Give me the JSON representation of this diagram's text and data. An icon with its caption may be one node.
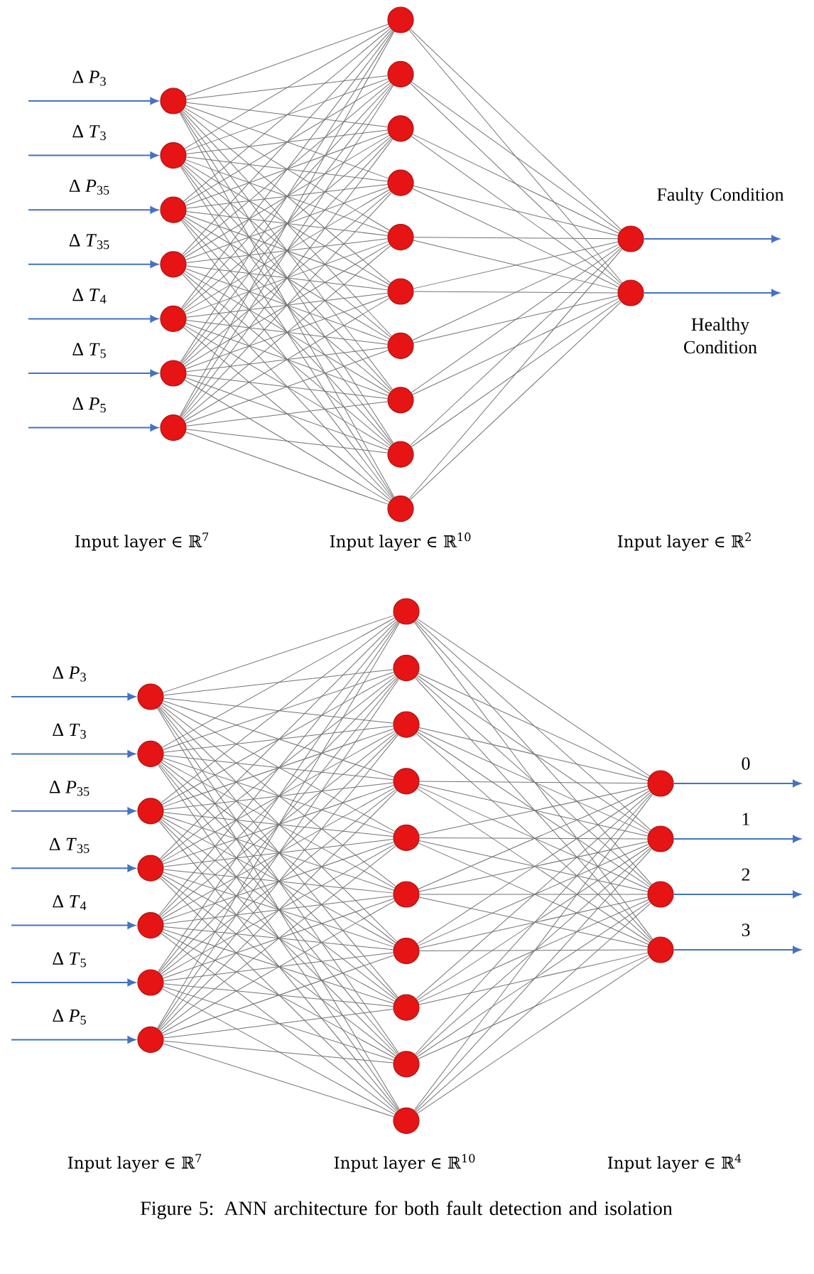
{
  "diagram": {
    "caption": "Figure 5: ANN architecture for both fault detection and isolation",
    "nodes": [
      {
        "text": [],
        "shape": "circle"
      },
      {
        "text": [],
        "shape": "circle"
      },
      {
        "text": [],
        "shape": "circle"
      },
      {
        "text": [],
        "shape": "circle"
      },
      {
        "text": [],
        "shape": "circle"
      },
      {
        "text": [],
        "shape": "circle"
      },
      {
        "text": [],
        "shape": "circle"
      },
      {
        "text": [],
        "shape": "circle"
      },
      {
        "text": [],
        "shape": "circle"
      },
      {
        "text": [],
        "shape": "circle"
      },
      {
        "text": [],
        "shape": "circle"
      },
      {
        "text": [],
        "shape": "circle"
      },
      {
        "text": [],
        "shape": "circle"
      },
      {
        "text": [],
        "shape": "circle"
      },
      {
        "text": [],
        "shape": "circle"
      },
      {
        "text": [],
        "shape": "circle"
      },
      {
        "text": [],
        "shape": "circle"
      },
      {
        "text": [],
        "shape": "circle"
      },
      {
        "text": [],
        "shape": "circle"
      },
      {
        "text": [],
        "shape": "circle"
      },
      {
        "text": [],
        "shape": "circle"
      },
      {
        "text": [],
        "shape": "circle"
      },
      {
        "text": [],
        "shape": "circle"
      },
      {
        "text": [],
        "shape": "circle"
      },
      {
        "text": [],
        "shape": "circle"
      },
      {
        "text": [],
        "shape": "circle"
      },
      {
        "text": [],
        "shape": "circle"
      },
      {
        "text": [],
        "shape": "circle"
      },
      {
        "text": [],
        "shape": "circle"
      },
      {
        "text": [],
        "shape": "circle"
      },
      {
        "text": [],
        "shape": "circle"
      },
      {
        "text": [],
        "shape": "circle"
      },
      {
        "text": [],
        "shape": "circle"
      },
      {
        "text": [],
        "shape": "circle"
      },
      {
        "text": [],
        "shape": "circle"
      },
      {
        "text": [],
        "shape": "circle"
      },
      {
        "text": [],
        "shape": "circle"
      },
      {
        "text": [],
        "shape": "circle"
      },
      {
        "text": [],
        "shape": "circle"
      },
      {
        "text": [],
        "shape": "circle"
      }
    ],
    "edges": [
      {
        "from": null,
        "to": 0,
        "arrow": "to",
        "label": "Δ *P*$_{3}$",
        "color": "#4472c4"
      },
      {
        "from": null,
        "to": 1,
        "arrow": "to",
        "label": "Δ *T*$_{3}$",
        "color": "#4472c4"
      },
      {
        "from": null,
        "to": 2,
        "arrow": "to",
        "label": "Δ *P*$_{35}$",
        "color": "#4472c4"
      },
      {
        "from": null,
        "to": 3,
        "arrow": "to",
        "label": "Δ *T*$_{35}$",
        "color": "#4472c4"
      },
      {
        "from": null,
        "to": 4,
        "arrow": "to",
        "label": "Δ *T*$_{4}$",
        "color": "#4472c4"
      },
      {
        "from": null,
        "to": 5,
        "arrow": "to",
        "label": "Δ *T*$_{5}$",
        "color": "#4472c4"
      },
      {
        "from": null,
        "to": 6,
        "arrow": "to",
        "label": "Δ *P*$_{5}$",
        "color": "#4472c4"
      },
      {
        "from": 0,
        "to": 7,
        "arrow": "none"
      },
      {
        "from": 0,
        "to": 8,
        "arrow": "none"
      },
      {
        "from": 0,
        "to": 9,
        "arrow": "none"
      },
      {
        "from": 0,
        "to": 10,
        "arrow": "none"
      },
      {
        "from": 0,
        "to": 11,
        "arrow": "none"
      },
      {
        "from": 0,
        "to": 12,
        "arrow": "none"
      },
      {
        "from": 0,
        "to": 13,
        "arrow": "none"
      },
      {
        "from": 0,
        "to": 14,
        "arrow": "none"
      },
      {
        "from": 0,
        "to": 15,
        "arrow": "none"
      },
      {
        "from": 0,
        "to": 16,
        "arrow": "none"
      },
      {
        "from": 1,
        "to": 7,
        "arrow": "none"
      },
      {
        "from": 1,
        "to": 8,
        "arrow": "none"
      },
      {
        "from": 1,
        "to": 9,
        "arrow": "none"
      },
      {
        "from": 1,
        "to": 10,
        "arrow": "none"
      },
      {
        "from": 1,
        "to": 11,
        "arrow": "none"
      },
      {
        "from": 1,
        "to": 12,
        "arrow": "none"
      },
      {
        "from": 1,
        "to": 13,
        "arrow": "none"
      },
      {
        "from": 1,
        "to": 14,
        "arrow": "none"
      },
      {
        "from": 1,
        "to": 15,
        "arrow": "none"
      },
      {
        "from": 1,
        "to": 16,
        "arrow": "none"
      },
      {
        "from": 2,
        "to": 7,
        "arrow": "none"
      },
      {
        "from": 2,
        "to": 8,
        "arrow": "none"
      },
      {
        "from": 2,
        "to": 9,
        "arrow": "none"
      },
      {
        "from": 2,
        "to": 10,
        "arrow": "none"
      },
      {
        "from": 2,
        "to": 11,
        "arrow": "none"
      },
      {
        "from": 2,
        "to": 12,
        "arrow": "none"
      },
      {
        "from": 2,
        "to": 13,
        "arrow": "none"
      },
      {
        "from": 2,
        "to": 14,
        "arrow": "none"
      },
      {
        "from": 2,
        "to": 15,
        "arrow": "none"
      },
      {
        "from": 2,
        "to": 16,
        "arrow": "none"
      },
      {
        "from": 3,
        "to": 7,
        "arrow": "none"
      },
      {
        "from": 3,
        "to": 8,
        "arrow": "none"
      },
      {
        "from": 3,
        "to": 9,
        "arrow": "none"
      },
      {
        "from": 3,
        "to": 10,
        "arrow": "none"
      },
      {
        "from": 3,
        "to": 11,
        "arrow": "none"
      },
      {
        "from": 3,
        "to": 12,
        "arrow": "none"
      },
      {
        "from": 3,
        "to": 13,
        "arrow": "none"
      },
      {
        "from": 3,
        "to": 14,
        "arrow": "none"
      },
      {
        "from": 3,
        "to": 15,
        "arrow": "none"
      },
      {
        "from": 3,
        "to": 16,
        "arrow": "none"
      },
      {
        "from": 4,
        "to": 7,
        "arrow": "none"
      },
      {
        "from": 4,
        "to": 8,
        "arrow": "none"
      },
      {
        "from": 4,
        "to": 9,
        "arrow": "none"
      },
      {
        "from": 4,
        "to": 10,
        "arrow": "none"
      },
      {
        "from": 4,
        "to": 11,
        "arrow": "none"
      },
      {
        "from": 4,
        "to": 12,
        "arrow": "none"
      },
      {
        "from": 4,
        "to": 13,
        "arrow": "none"
      },
      {
        "from": 4,
        "to": 14,
        "arrow": "none"
      },
      {
        "from": 4,
        "to": 15,
        "arrow": "none"
      },
      {
        "from": 4,
        "to": 16,
        "arrow": "none"
      },
      {
        "from": 5,
        "to": 7,
        "arrow": "none"
      },
      {
        "from": 5,
        "to": 8,
        "arrow": "none"
      },
      {
        "from": 5,
        "to": 9,
        "arrow": "none"
      },
      {
        "from": 5,
        "to": 10,
        "arrow": "none"
      },
      {
        "from": 5,
        "to": 11,
        "arrow": "none"
      },
      {
        "from": 5,
        "to": 12,
        "arrow": "none"
      },
      {
        "from": 5,
        "to": 13,
        "arrow": "none"
      },
      {
        "from": 5,
        "to": 14,
        "arrow": "none"
      },
      {
        "from": 5,
        "to": 15,
        "arrow": "none"
      },
      {
        "from": 5,
        "to": 16,
        "arrow": "none"
      },
      {
        "from": 6,
        "to": 7,
        "arrow": "none"
      },
      {
        "from": 6,
        "to": 8,
        "arrow": "none"
      },
      {
        "from": 6,
        "to": 9,
        "arrow": "none"
      },
      {
        "from": 6,
        "to": 10,
        "arrow": "none"
      },
      {
        "from": 6,
        "to": 11,
        "arrow": "none"
      },
      {
        "from": 6,
        "to": 12,
        "arrow": "none"
      },
      {
        "from": 6,
        "to": 13,
        "arrow": "none"
      },
      {
        "from": 6,
        "to": 14,
        "arrow": "none"
      },
      {
        "from": 6,
        "to": 15,
        "arrow": "none"
      },
      {
        "from": 6,
        "to": 16,
        "arrow": "none"
      },
      {
        "from": 7,
        "to": 17,
        "arrow": "none"
      },
      {
        "from": 7,
        "to": 18,
        "arrow": "none"
      },
      {
        "from": 8,
        "to": 17,
        "arrow": "none"
      },
      {
        "from": 8,
        "to": 18,
        "arrow": "none"
      },
      {
        "from": 9,
        "to": 17,
        "arrow": "none"
      },
      {
        "from": 9,
        "to": 18,
        "arrow": "none"
      },
      {
        "from": 10,
        "to": 17,
        "arrow": "none"
      },
      {
        "from": 10,
        "to": 18,
        "arrow": "none"
      },
      {
        "from": 11,
        "to": 17,
        "arrow": "none"
      },
      {
        "from": 11,
        "to": 18,
        "arrow": "none"
      },
      {
        "from": 12,
        "to": 17,
        "arrow": "none"
      },
      {
        "from": 12,
        "to": 18,
        "arrow": "none"
      },
      {
        "from": 13,
        "to": 17,
        "arrow": "none"
      },
      {
        "from": 13,
        "to": 18,
        "arrow": "none"
      },
      {
        "from": 14,
        "to": 17,
        "arrow": "none"
      },
      {
        "from": 14,
        "to": 18,
        "arrow": "none"
      },
      {
        "from": 15,
        "to": 17,
        "arrow": "none"
      },
      {
        "from": 15,
        "to": 18,
        "arrow": "none"
      },
      {
        "from": 16,
        "to": 17,
        "arrow": "none"
      },
      {
        "from": 16,
        "to": 18,
        "arrow": "none"
      },
      {
        "from": 17,
        "to": null,
        "arrow": "to",
        "label": "Faulty Condition",
        "color": "#4472c4"
      },
      {
        "from": 18,
        "to": null,
        "arrow": "to",
        "label": "Healthy Condition",
        "color": "#4472c4"
      },
      {
        "from": null,
        "to": 19,
        "arrow": "to",
        "label": "Δ *P*$_{3}$",
        "color": "#4472c4"
      },
      {
        "from": null,
        "to": 20,
        "arrow": "to",
        "label": "Δ *T*$_{3}$",
        "color": "#4472c4"
      },
      {
        "from": null,
        "to": 21,
        "arrow": "to",
        "label": "Δ *P*$_{35}$",
        "color": "#4472c4"
      },
      {
        "from": null,
        "to": 22,
        "arrow": "to",
        "label": "Δ *T*$_{35}$",
        "color": "#4472c4"
      },
      {
        "from": null,
        "to": 23,
        "arrow": "to",
        "label": "Δ *T*$_{4}$",
        "color": "#4472c4"
      },
      {
        "from": null,
        "to": 24,
        "arrow": "to",
        "label": "Δ *T*$_{5}$",
        "color": "#4472c4"
      },
      {
        "from": null,
        "to": 25,
        "arrow": "to",
        "label": "Δ *P*$_{5}$",
        "color": "#4472c4"
      },
      {
        "from": 19,
        "to": 26,
        "arrow": "none"
      },
      {
        "from": 19,
        "to": 27,
        "arrow": "none"
      },
      {
        "from": 19,
        "to": 28,
        "arrow": "none"
      },
      {
        "from": 19,
        "to": 29,
        "arrow": "none"
      },
      {
        "from": 19,
        "to": 30,
        "arrow": "none"
      },
      {
        "from": 19,
        "to": 31,
        "arrow": "none"
      },
      {
        "from": 19,
        "to": 32,
        "arrow": "none"
      },
      {
        "from": 19,
        "to": 33,
        "arrow": "none"
      },
      {
        "from": 19,
        "to": 34,
        "arrow": "none"
      },
      {
        "from": 19,
        "to": 35,
        "arrow": "none"
      },
      {
        "from": 20,
        "to": 26,
        "arrow": "none"
      },
      {
        "from": 20,
        "to": 27,
        "arrow": "none"
      },
      {
        "from": 20,
        "to": 28,
        "arrow": "none"
      },
      {
        "from": 20,
        "to": 29,
        "arrow": "none"
      },
      {
        "from": 20,
        "to": 30,
        "arrow": "none"
      },
      {
        "from": 20,
        "to": 31,
        "arrow": "none"
      },
      {
        "from": 20,
        "to": 32,
        "arrow": "none"
      },
      {
        "from": 20,
        "to": 33,
        "arrow": "none"
      },
      {
        "from": 20,
        "to": 34,
        "arrow": "none"
      },
      {
        "from": 20,
        "to": 35,
        "arrow": "none"
      },
      {
        "from": 21,
        "to": 26,
        "arrow": "none"
      },
      {
        "from": 21,
        "to": 27,
        "arrow": "none"
      },
      {
        "from": 21,
        "to": 28,
        "arrow": "none"
      },
      {
        "from": 21,
        "to": 29,
        "arrow": "none"
      },
      {
        "from": 21,
        "to": 30,
        "arrow": "none"
      },
      {
        "from": 21,
        "to": 31,
        "arrow": "none"
      },
      {
        "from": 21,
        "to": 32,
        "arrow": "none"
      },
      {
        "from": 21,
        "to": 33,
        "arrow": "none"
      },
      {
        "from": 21,
        "to": 34,
        "arrow": "none"
      },
      {
        "from": 21,
        "to": 35,
        "arrow": "none"
      },
      {
        "from": 22,
        "to": 26,
        "arrow": "none"
      },
      {
        "from": 22,
        "to": 27,
        "arrow": "none"
      },
      {
        "from": 22,
        "to": 28,
        "arrow": "none"
      },
      {
        "from": 22,
        "to": 29,
        "arrow": "none"
      },
      {
        "from": 22,
        "to": 30,
        "arrow": "none"
      },
      {
        "from": 22,
        "to": 31,
        "arrow": "none"
      },
      {
        "from": 22,
        "to": 32,
        "arrow": "none"
      },
      {
        "from": 22,
        "to": 33,
        "arrow": "none"
      },
      {
        "from": 22,
        "to": 34,
        "arrow": "none"
      },
      {
        "from": 22,
        "to": 35,
        "arrow": "none"
      },
      {
        "from": 23,
        "to": 26,
        "arrow": "none"
      },
      {
        "from": 23,
        "to": 27,
        "arrow": "none"
      },
      {
        "from": 23,
        "to": 28,
        "arrow": "none"
      },
      {
        "from": 23,
        "to": 29,
        "arrow": "none"
      },
      {
        "from": 23,
        "to": 30,
        "arrow": "none"
      },
      {
        "from": 23,
        "to": 31,
        "arrow": "none"
      },
      {
        "from": 23,
        "to": 32,
        "arrow": "none"
      },
      {
        "from": 23,
        "to": 33,
        "arrow": "none"
      },
      {
        "from": 23,
        "to": 34,
        "arrow": "none"
      },
      {
        "from": 23,
        "to": 35,
        "arrow": "none"
      },
      {
        "from": 24,
        "to": 26,
        "arrow": "none"
      },
      {
        "from": 24,
        "to": 27,
        "arrow": "none"
      },
      {
        "from": 24,
        "to": 28,
        "arrow": "none"
      },
      {
        "from": 24,
        "to": 29,
        "arrow": "none"
      },
      {
        "from": 24,
        "to": 30,
        "arrow": "none"
      },
      {
        "from": 24,
        "to": 31,
        "arrow": "none"
      },
      {
        "from": 24,
        "to": 32,
        "arrow": "none"
      },
      {
        "from": 24,
        "to": 33,
        "arrow": "none"
      },
      {
        "from": 24,
        "to": 34,
        "arrow": "none"
      },
      {
        "from": 24,
        "to": 35,
        "arrow": "none"
      },
      {
        "from": 25,
        "to": 26,
        "arrow": "none"
      },
      {
        "from": 25,
        "to": 27,
        "arrow": "none"
      },
      {
        "from": 25,
        "to": 28,
        "arrow": "none"
      },
      {
        "from": 25,
        "to": 29,
        "arrow": "none"
      },
      {
        "from": 25,
        "to": 30,
        "arrow": "none"
      },
      {
        "from": 25,
        "to": 31,
        "arrow": "none"
      },
      {
        "from": 25,
        "to": 32,
        "arrow": "none"
      },
      {
        "from": 25,
        "to": 33,
        "arrow": "none"
      },
      {
        "from": 25,
        "to": 34,
        "arrow": "none"
      },
      {
        "from": 25,
        "to": 35,
        "arrow": "none"
      },
      {
        "from": 26,
        "to": 36,
        "arrow": "none"
      },
      {
        "from": 26,
        "to": 37,
        "arrow": "none"
      },
      {
        "from": 26,
        "to": 38,
        "arrow": "none"
      },
      {
        "from": 26,
        "to": 39,
        "arrow": "none"
      },
      {
        "from": 27,
        "to": 36,
        "arrow": "none"
      },
      {
        "from": 27,
        "to": 37,
        "arrow": "none"
      },
      {
        "from": 27,
        "to": 38,
        "arrow": "none"
      },
      {
        "from": 27,
        "to": 39,
        "arrow": "none"
      },
      {
        "from": 28,
        "to": 36,
        "arrow": "none"
      },
      {
        "from": 28,
        "to": 37,
        "arrow": "none"
      },
      {
        "from": 28,
        "to": 38,
        "arrow": "none"
      },
      {
        "from": 28,
        "to": 39,
        "arrow": "none"
      },
      {
        "from": 29,
        "to": 36,
        "arrow": "none"
      },
      {
        "from": 29,
        "to": 37,
        "arrow": "none"
      },
      {
        "from": 29,
        "to": 38,
        "arrow": "none"
      },
      {
        "from": 29,
        "to": 39,
        "arrow": "none"
      },
      {
        "from": 30,
        "to": 36,
        "arrow": "none"
      },
      {
        "from": 30,
        "to": 37,
        "arrow": "none"
      },
      {
        "from": 30,
        "to": 38,
        "arrow": "none"
      },
      {
        "from": 30,
        "to": 39,
        "arrow": "none"
      },
      {
        "from": 31,
        "to": 36,
        "arrow": "none"
      },
      {
        "from": 31,
        "to": 37,
        "arrow": "none"
      },
      {
        "from": 31,
        "to": 38,
        "arrow": "none"
      },
      {
        "from": 31,
        "to": 39,
        "arrow": "none"
      },
      {
        "from": 32,
        "to": 36,
        "arrow": "none"
      },
      {
        "from": 32,
        "to": 37,
        "arrow": "none"
      },
      {
        "from": 32,
        "to": 38,
        "arrow": "none"
      },
      {
        "from": 32,
        "to": 39,
        "arrow": "none"
      },
      {
        "from": 33,
        "to": 36,
        "arrow": "none"
      },
      {
        "from": 33,
        "to": 37,
        "arrow": "none"
      },
      {
        "from": 33,
        "to": 38,
        "arrow": "none"
      },
      {
        "from": 33,
        "to": 39,
        "arrow": "none"
      },
      {
        "from": 34,
        "to": 36,
        "arrow": "none"
      },
      {
        "from": 34,
        "to": 37,
        "arrow": "none"
      },
      {
        "from": 34,
        "to": 38,
        "arrow": "none"
      },
      {
        "from": 34,
        "to": 39,
        "arrow": "none"
      },
      {
        "from": 35,
        "to": 36,
        "arrow": "none"
      },
      {
        "from": 35,
        "to": 37,
        "arrow": "none"
      },
      {
        "from": 35,
        "to": 38,
        "arrow": "none"
      },
      {
        "from": 35,
        "to": 39,
        "arrow": "none"
      },
      {
        "from": 36,
        "to": null,
        "arrow": "to",
        "label": "0",
        "color": "#4472c4"
      },
      {
        "from": 37,
        "to": null,
        "arrow": "to",
        "label": "1",
        "color": "#4472c4"
      },
      {
        "from": 38,
        "to": null,
        "arrow": "to",
        "label": "2",
        "color": "#4472c4"
      },
      {
        "from": 39,
        "to": null,
        "arrow": "to",
        "label": "3",
        "color": "#4472c4"
      }
    ],
    "labels": [
      "Input layer ∈ ℝ$^{7}$",
      "Input layer ∈ ℝ$^{10}$",
      "Input layer ∈ ℝ$^{2}$",
      "Input layer ∈ ℝ$^{7}$",
      "Input layer ∈ ℝ$^{10}$",
      "Input layer ∈ ℝ$^{4}$"
    ]
  }
}
